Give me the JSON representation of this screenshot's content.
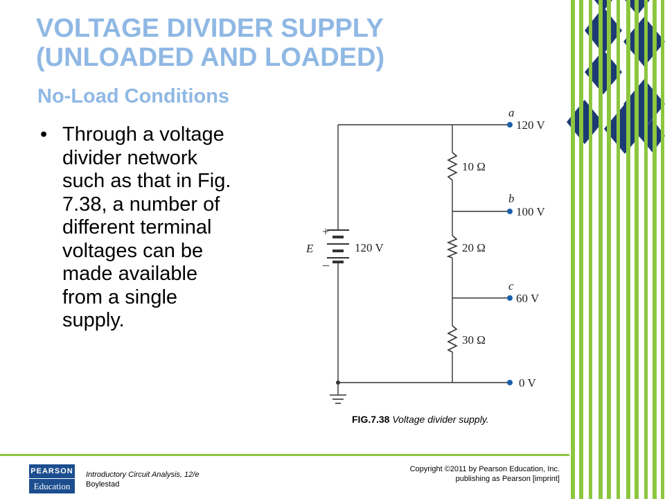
{
  "slide": {
    "title_line1": "VOLTAGE DIVIDER SUPPLY",
    "title_line2": "(UNLOADED AND LOADED)",
    "subtitle": "No-Load Conditions",
    "bullet_symbol": "•",
    "bullet_lines": [
      "Through a voltage",
      "divider  network",
      "such as that in Fig.",
      "7.38, a number of",
      "different  terminal",
      "voltages  can be",
      "made available",
      "from a single",
      "supply."
    ]
  },
  "figure": {
    "caption_label": "FIG.7.38",
    "caption_text": "Voltage divider supply.",
    "source": {
      "symbol": "E",
      "plus": "+",
      "minus": "–",
      "value": "120 V"
    },
    "resistors": [
      {
        "value": "10 Ω"
      },
      {
        "value": "20 Ω"
      },
      {
        "value": "30 Ω"
      }
    ],
    "terminals": [
      {
        "letter": "a",
        "voltage": "120 V"
      },
      {
        "letter": "b",
        "voltage": "100 V"
      },
      {
        "letter": "c",
        "voltage": "60 V"
      },
      {
        "letter": "",
        "voltage": "0 V"
      }
    ]
  },
  "footer": {
    "book_title": "Introductory Circuit Analysis, 12/e",
    "author": "Boylestad",
    "copyright_line1": "Copyright ©2011 by Pearson Education, Inc.",
    "copyright_line2": "publishing as Pearson [imprint]",
    "logo_top": "PEARSON",
    "logo_bottom": "Education"
  },
  "colors": {
    "title": "#8fb8e4",
    "stripe_green": "#8dc63f",
    "diamond_navy": "#1c3a73",
    "wire": "#333333",
    "terminal_dot": "#1a5fa8"
  }
}
